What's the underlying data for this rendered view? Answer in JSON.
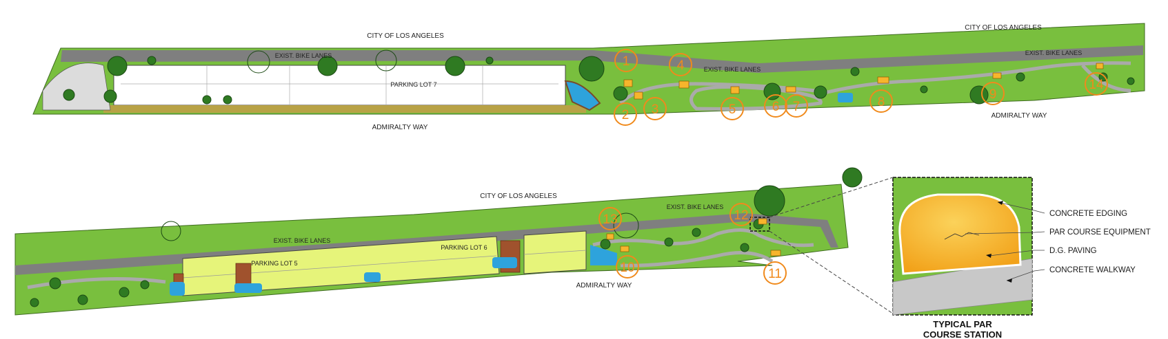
{
  "top_plan": {
    "city_label_left": "CITY OF LOS ANGELES",
    "city_label_right": "CITY OF LOS ANGELES",
    "bike_lanes_1": "EXIST. BIKE LANES",
    "bike_lanes_2": "EXIST. BIKE LANES",
    "bike_lanes_3": "EXIST. BIKE LANES",
    "parking_lot": "PARKING LOT 7",
    "road_left": "ADMIRALTY WAY",
    "road_right": "ADMIRALTY WAY"
  },
  "bottom_plan": {
    "city_label": "CITY OF LOS ANGELES",
    "bike_lanes_1": "EXIST. BIKE LANES",
    "bike_lanes_2": "EXIST. BIKE LANES",
    "parking_lot_a": "PARKING LOT 5",
    "parking_lot_b": "PARKING LOT 6",
    "road": "ADMIRALTY WAY"
  },
  "stations": [
    "1",
    "2",
    "3",
    "4",
    "5",
    "6",
    "7",
    "8",
    "9",
    "10",
    "11",
    "12",
    "13",
    "14"
  ],
  "detail": {
    "legend": [
      "CONCRETE EDGING",
      "PAR COURSE EQUIPMENT",
      "D.G. PAVING",
      "CONCRETE WALKWAY"
    ],
    "caption_line1": "TYPICAL PAR",
    "caption_line2": "COURSE STATION"
  },
  "colors": {
    "grass": "#79bf3e",
    "path": "#9a9a9a",
    "parking": "#e6f47a",
    "water": "#2ea3dc",
    "station": "#f08a1c",
    "dg_paving": "#f7b52c"
  }
}
